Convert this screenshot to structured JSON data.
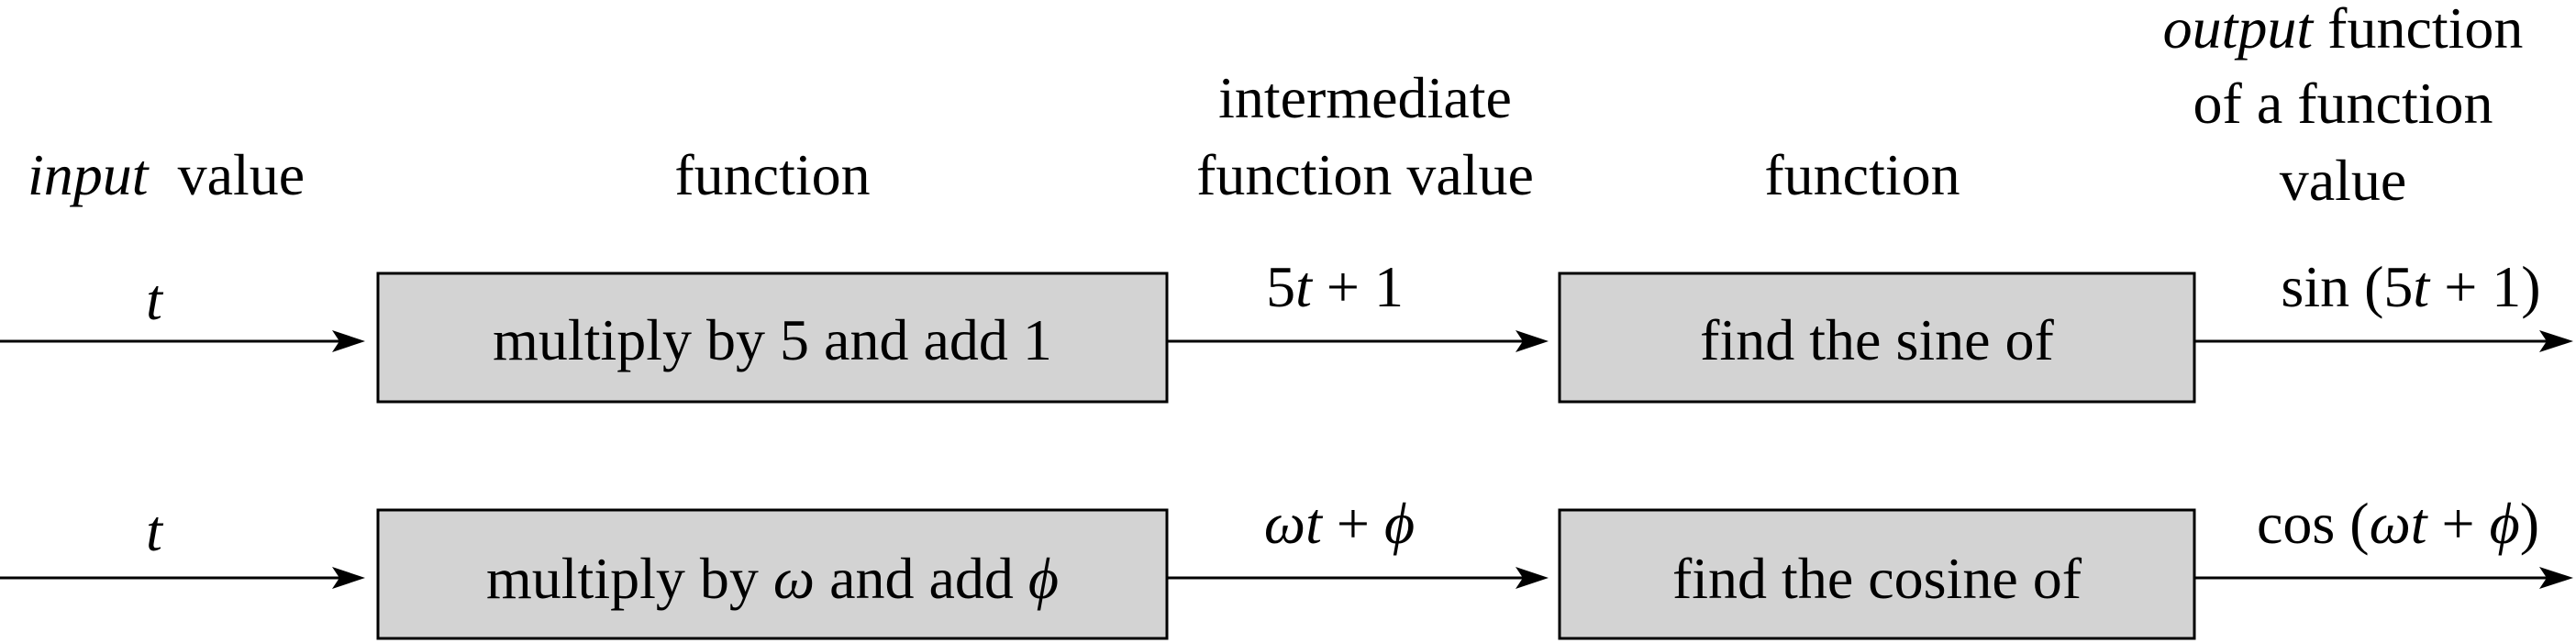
{
  "headers": {
    "input": {
      "italic": "input",
      "rest": "  value"
    },
    "function1": "function",
    "intermediate": [
      "intermediate",
      "function value"
    ],
    "function2": "function",
    "output": {
      "italic": "output",
      "line1_rest": " function",
      "line2": "of a function",
      "line3": "value"
    }
  },
  "rows": [
    {
      "input": "t",
      "box1": "multiply by 5 and add 1",
      "mid": {
        "a": "5",
        "b": "t",
        "c": " + 1"
      },
      "box2": "find the sine of",
      "out": {
        "a": "sin (5",
        "b": "t",
        "c": " + 1)"
      }
    },
    {
      "input": "t",
      "box1": {
        "a": "multiply by ",
        "b": "ω",
        "c": " and add ",
        "d": "ϕ"
      },
      "mid": {
        "a": "ωt",
        "c": " + ",
        "d": "ϕ"
      },
      "box2": "find the cosine of",
      "out": {
        "a": "cos (",
        "b": "ωt",
        "c": " + ",
        "d": "ϕ",
        "e": ")"
      }
    }
  ]
}
